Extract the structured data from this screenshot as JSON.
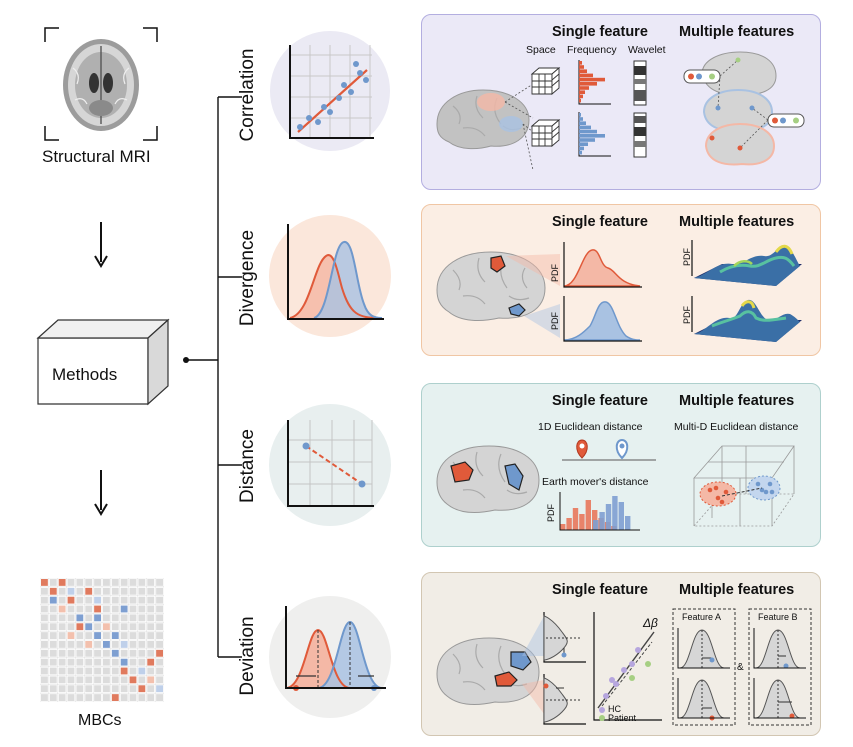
{
  "left": {
    "mri_label": "Structural MRI",
    "methods_label": "Methods",
    "mbcs_label": "MBCs"
  },
  "methods": [
    {
      "name": "Correlation"
    },
    {
      "name": "Divergence"
    },
    {
      "name": "Distance"
    },
    {
      "name": "Deviation"
    }
  ],
  "panels": {
    "correlation": {
      "single": "Single feature",
      "multiple": "Multiple features",
      "space": "Space",
      "frequency": "Frequency",
      "wavelet": "Wavelet",
      "bg": "#ebe9f7",
      "border": "#b3aee0"
    },
    "divergence": {
      "single": "Single feature",
      "multiple": "Multiple features",
      "pdf1": "PDF",
      "pdf2": "PDF",
      "pdf3": "PDF",
      "pdf4": "PDF",
      "bg": "#fbeee4",
      "border": "#f0c6a4"
    },
    "distance": {
      "single": "Single feature",
      "multiple": "Multiple features",
      "euclid1d": "1D Euclidean distance",
      "euclidmd": "Multi-D Euclidean distance",
      "emd": "Earth mover's distance",
      "pdf": "PDF",
      "bg": "#e6f1f0",
      "border": "#aed0cd"
    },
    "deviation": {
      "single": "Single feature",
      "multiple": "Multiple features",
      "delta": "Δβ",
      "featureA": "Feature A",
      "featureB": "Feature B",
      "amp": "&",
      "hc": "HC",
      "patient": "Patient",
      "bg": "#f1ede6",
      "border": "#d2c6b2"
    }
  },
  "colors": {
    "red": "#e05a3a",
    "blue": "#6f98cc",
    "hc": "#b6a6de",
    "patient": "#a6cf83"
  }
}
